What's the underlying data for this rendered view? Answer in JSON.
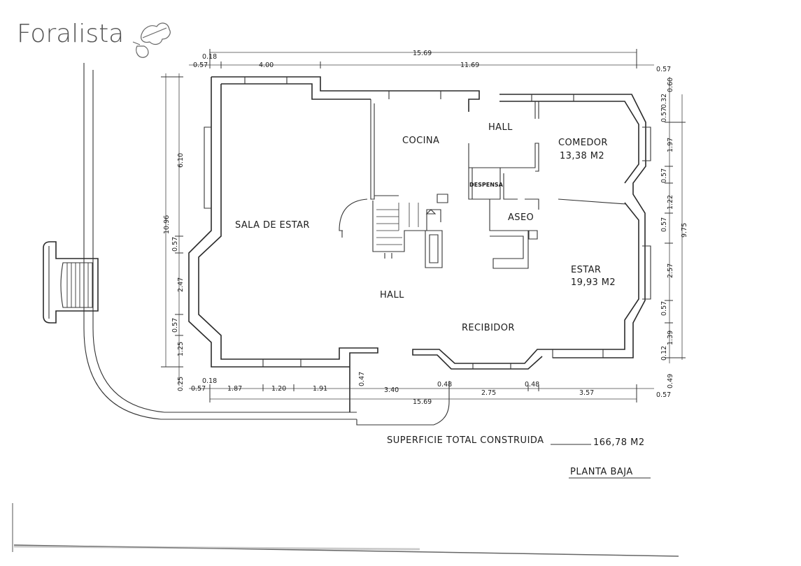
{
  "brand": {
    "name": "Foralista",
    "logo_icon": "oak-leaf-icon"
  },
  "rooms": {
    "sala_de_estar": "SALA DE ESTAR",
    "cocina": "COCINA",
    "hall_top": "HALL",
    "comedor": "COMEDOR",
    "comedor_area": "13,38  M2",
    "despensa": "DESPENSA",
    "aseo": "ASEO",
    "hall_main": "HALL",
    "estar": "ESTAR",
    "estar_area": "19,93  M2",
    "recibidor": "RECIBIDOR"
  },
  "dimensions": {
    "top_total": "15.69",
    "top_left_small": "0.18",
    "top_left_offset": "0.57",
    "top_segment_a": "4.00",
    "top_segment_b": "11.69",
    "top_right_offset": "0.57",
    "left_total": "10.96",
    "left_a": "6.10",
    "left_b": "0.57",
    "left_c": "2.47",
    "left_d": "0.57",
    "left_e": "1.25",
    "left_f": "0.25",
    "right_total": "9.75",
    "right_a": "0.32",
    "right_a2": "0.60",
    "right_b": "0.57",
    "right_c": "1.97",
    "right_d": "0.57",
    "right_e": "1.22",
    "right_f": "0.57",
    "right_g": "2.57",
    "right_h": "0.57",
    "right_i": "1.39",
    "right_j": "0.12",
    "right_k": "0.49",
    "bottom_small": "0.18",
    "bottom_left_offset": "0.57",
    "bottom_a": "1.87",
    "bottom_b": "1.20",
    "bottom_c": "1.91",
    "bottom_d": "0.47",
    "bottom_e": "3.40",
    "bottom_f": "0.48",
    "bottom_g": "2.75",
    "bottom_h": "0.48",
    "bottom_i": "3.57",
    "bottom_right_offset": "0.57",
    "bottom_total": "15.69"
  },
  "summary": {
    "label": "SUPERFICIE TOTAL CONSTRUIDA",
    "value": "166,78 M2"
  },
  "floor_name": "PLANTA BAJA"
}
